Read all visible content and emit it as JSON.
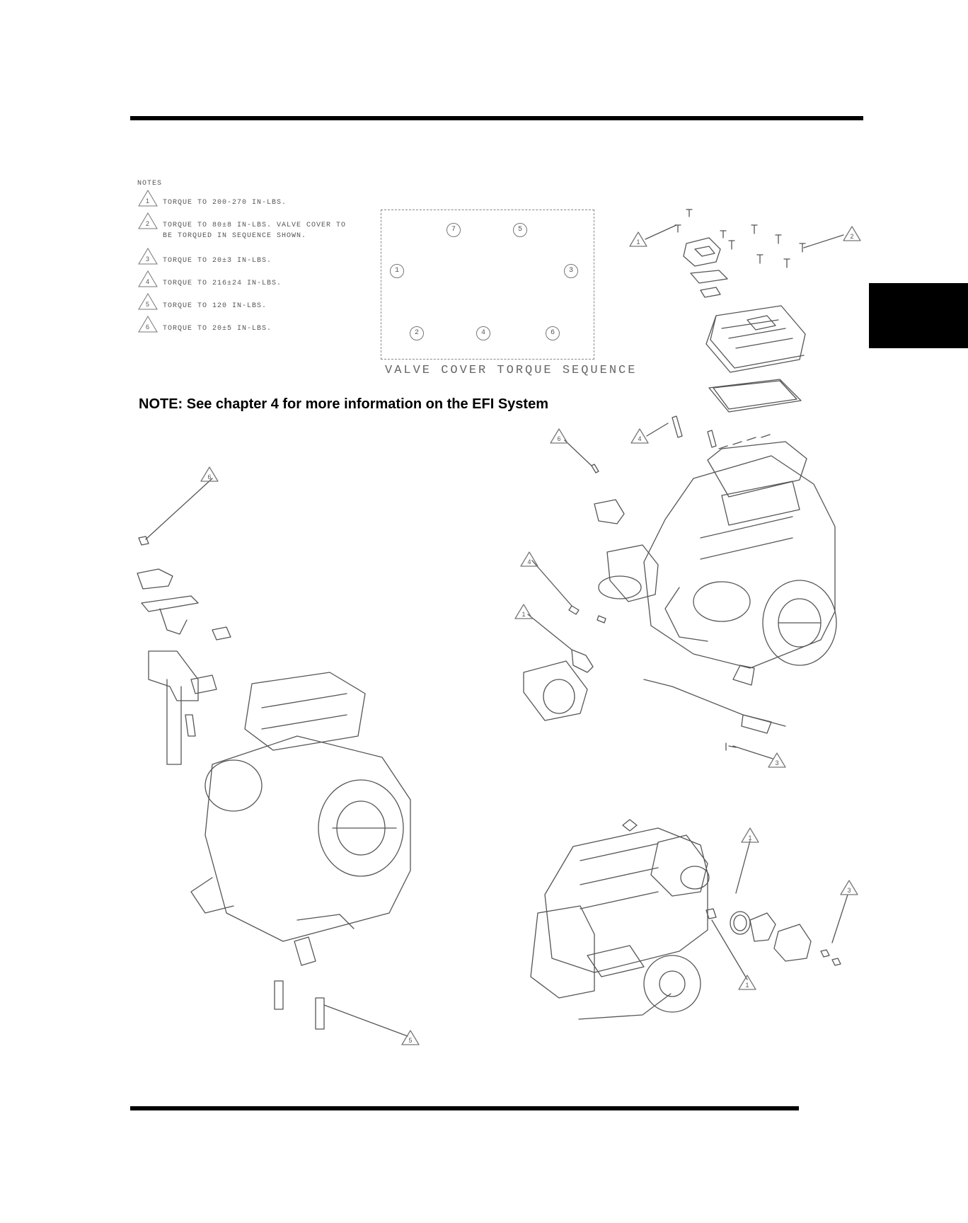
{
  "notes": {
    "title": "NOTES",
    "items": [
      {
        "num": "1",
        "text": "TORQUE TO 200-270 IN-LBS."
      },
      {
        "num": "2",
        "text": "TORQUE TO 80±8 IN-LBS.  VALVE COVER TO",
        "text2": "BE TORQUED IN SEQUENCE SHOWN."
      },
      {
        "num": "3",
        "text": "TORQUE TO 20±3 IN-LBS."
      },
      {
        "num": "4",
        "text": "TORQUE TO 216±24 IN-LBS."
      },
      {
        "num": "5",
        "text": "TORQUE TO 120 IN-LBS."
      },
      {
        "num": "6",
        "text": "TORQUE TO 20±5 IN-LBS."
      }
    ]
  },
  "torque_sequence": {
    "caption": "VALVE COVER TORQUE SEQUENCE",
    "bolts": [
      "7",
      "5",
      "1",
      "3",
      "2",
      "4",
      "6"
    ]
  },
  "efi_note": "NOTE: See chapter 4 for more information on the EFI System",
  "callouts": [
    "1",
    "2",
    "3",
    "4",
    "5",
    "6"
  ],
  "colors": {
    "rule": "#000000",
    "line_art": "#555555",
    "tab": "#000000"
  }
}
